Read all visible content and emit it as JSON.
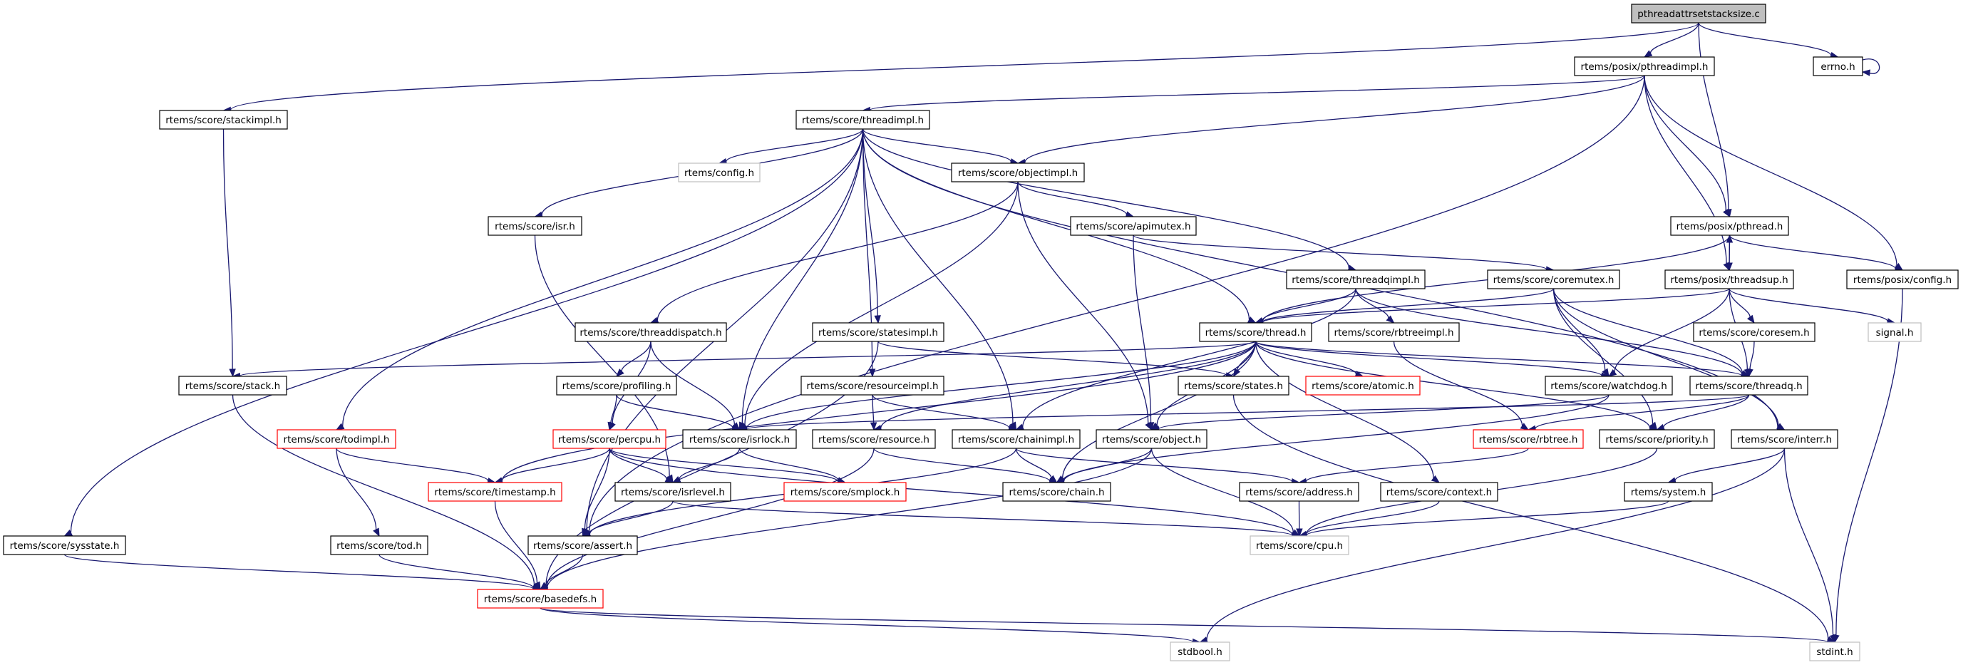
{
  "title": "pthreadattrsetstacksize.c include dependency graph",
  "colors": {
    "edge": "#191970",
    "root_fill": "#bfbfbf",
    "incomplete_border": "#ff0000",
    "external_border": "#bfbfbf",
    "normal_border": "#000000"
  },
  "nodes": [
    {
      "id": "root",
      "label": "pthreadattrsetstacksize.c",
      "kind": "root"
    },
    {
      "id": "pthreadimpl",
      "label": "rtems/posix/pthreadimpl.h",
      "kind": "normal"
    },
    {
      "id": "errno",
      "label": "errno.h",
      "kind": "normal"
    },
    {
      "id": "stackimpl",
      "label": "rtems/score/stackimpl.h",
      "kind": "normal"
    },
    {
      "id": "threadimpl",
      "label": "rtems/score/threadimpl.h",
      "kind": "normal"
    },
    {
      "id": "config",
      "label": "rtems/config.h",
      "kind": "gray"
    },
    {
      "id": "objectimpl",
      "label": "rtems/score/objectimpl.h",
      "kind": "normal"
    },
    {
      "id": "isr",
      "label": "rtems/score/isr.h",
      "kind": "normal"
    },
    {
      "id": "apimutex",
      "label": "rtems/score/apimutex.h",
      "kind": "normal"
    },
    {
      "id": "pthread",
      "label": "rtems/posix/pthread.h",
      "kind": "normal"
    },
    {
      "id": "threadqimpl",
      "label": "rtems/score/threadqimpl.h",
      "kind": "normal"
    },
    {
      "id": "coremutex",
      "label": "rtems/score/coremutex.h",
      "kind": "normal"
    },
    {
      "id": "threadsup",
      "label": "rtems/posix/threadsup.h",
      "kind": "normal"
    },
    {
      "id": "posixconfig",
      "label": "rtems/posix/config.h",
      "kind": "normal"
    },
    {
      "id": "threaddispatch",
      "label": "rtems/score/threaddispatch.h",
      "kind": "normal"
    },
    {
      "id": "statesimpl",
      "label": "rtems/score/statesimpl.h",
      "kind": "normal"
    },
    {
      "id": "thread",
      "label": "rtems/score/thread.h",
      "kind": "normal"
    },
    {
      "id": "rbtreeimpl",
      "label": "rtems/score/rbtreeimpl.h",
      "kind": "normal"
    },
    {
      "id": "coresem",
      "label": "rtems/score/coresem.h",
      "kind": "normal"
    },
    {
      "id": "signal",
      "label": "signal.h",
      "kind": "gray"
    },
    {
      "id": "stack",
      "label": "rtems/score/stack.h",
      "kind": "normal"
    },
    {
      "id": "profiling",
      "label": "rtems/score/profiling.h",
      "kind": "normal"
    },
    {
      "id": "resourceimpl",
      "label": "rtems/score/resourceimpl.h",
      "kind": "normal"
    },
    {
      "id": "states",
      "label": "rtems/score/states.h",
      "kind": "normal"
    },
    {
      "id": "atomic",
      "label": "rtems/score/atomic.h",
      "kind": "red"
    },
    {
      "id": "watchdog",
      "label": "rtems/score/watchdog.h",
      "kind": "normal"
    },
    {
      "id": "threadq",
      "label": "rtems/score/threadq.h",
      "kind": "normal"
    },
    {
      "id": "todimpl",
      "label": "rtems/score/todimpl.h",
      "kind": "red"
    },
    {
      "id": "percpu",
      "label": "rtems/score/percpu.h",
      "kind": "red"
    },
    {
      "id": "isrlock",
      "label": "rtems/score/isrlock.h",
      "kind": "normal"
    },
    {
      "id": "resource",
      "label": "rtems/score/resource.h",
      "kind": "normal"
    },
    {
      "id": "chainimpl",
      "label": "rtems/score/chainimpl.h",
      "kind": "normal"
    },
    {
      "id": "object",
      "label": "rtems/score/object.h",
      "kind": "normal"
    },
    {
      "id": "rbtree",
      "label": "rtems/score/rbtree.h",
      "kind": "red"
    },
    {
      "id": "priority",
      "label": "rtems/score/priority.h",
      "kind": "normal"
    },
    {
      "id": "interr",
      "label": "rtems/score/interr.h",
      "kind": "normal"
    },
    {
      "id": "timestamp",
      "label": "rtems/score/timestamp.h",
      "kind": "red"
    },
    {
      "id": "isrlevel",
      "label": "rtems/score/isrlevel.h",
      "kind": "normal"
    },
    {
      "id": "smplock",
      "label": "rtems/score/smplock.h",
      "kind": "red"
    },
    {
      "id": "chain",
      "label": "rtems/score/chain.h",
      "kind": "normal"
    },
    {
      "id": "address",
      "label": "rtems/score/address.h",
      "kind": "normal"
    },
    {
      "id": "context",
      "label": "rtems/score/context.h",
      "kind": "normal"
    },
    {
      "id": "system",
      "label": "rtems/system.h",
      "kind": "normal"
    },
    {
      "id": "sysstate",
      "label": "rtems/score/sysstate.h",
      "kind": "normal"
    },
    {
      "id": "tod",
      "label": "rtems/score/tod.h",
      "kind": "normal"
    },
    {
      "id": "assert",
      "label": "rtems/score/assert.h",
      "kind": "normal"
    },
    {
      "id": "cpu",
      "label": "rtems/score/cpu.h",
      "kind": "gray"
    },
    {
      "id": "basedefs",
      "label": "rtems/score/basedefs.h",
      "kind": "red"
    },
    {
      "id": "stdbool",
      "label": "stdbool.h",
      "kind": "gray"
    },
    {
      "id": "stdint",
      "label": "stdint.h",
      "kind": "gray"
    }
  ],
  "edges": [
    [
      "root",
      "stackimpl"
    ],
    [
      "root",
      "pthreadimpl"
    ],
    [
      "root",
      "pthread"
    ],
    [
      "root",
      "errno"
    ],
    [
      "errno",
      "errno"
    ],
    [
      "pthreadimpl",
      "threadimpl"
    ],
    [
      "pthreadimpl",
      "objectimpl"
    ],
    [
      "pthreadimpl",
      "assert"
    ],
    [
      "pthreadimpl",
      "pthread"
    ],
    [
      "pthreadimpl",
      "threadsup"
    ],
    [
      "pthreadimpl",
      "posixconfig"
    ],
    [
      "stackimpl",
      "stack"
    ],
    [
      "threadimpl",
      "config"
    ],
    [
      "threadimpl",
      "objectimpl"
    ],
    [
      "threadimpl",
      "isr"
    ],
    [
      "threadimpl",
      "todimpl"
    ],
    [
      "threadimpl",
      "sysstate"
    ],
    [
      "threadimpl",
      "assert"
    ],
    [
      "threadimpl",
      "statesimpl"
    ],
    [
      "threadimpl",
      "resourceimpl"
    ],
    [
      "threadimpl",
      "chainimpl"
    ],
    [
      "threadimpl",
      "thread"
    ],
    [
      "threadimpl",
      "threadqimpl"
    ],
    [
      "threadimpl",
      "interr"
    ],
    [
      "threadimpl",
      "isrlock"
    ],
    [
      "objectimpl",
      "threaddispatch"
    ],
    [
      "objectimpl",
      "apimutex"
    ],
    [
      "objectimpl",
      "isrlock"
    ],
    [
      "objectimpl",
      "object"
    ],
    [
      "apimutex",
      "coremutex"
    ],
    [
      "apimutex",
      "object"
    ],
    [
      "isr",
      "isrlevel"
    ],
    [
      "threadqimpl",
      "thread"
    ],
    [
      "threadqimpl",
      "rbtreeimpl"
    ],
    [
      "threadqimpl",
      "threadq"
    ],
    [
      "threadqimpl",
      "chainimpl"
    ],
    [
      "coremutex",
      "thread"
    ],
    [
      "coremutex",
      "watchdog"
    ],
    [
      "coremutex",
      "threadq"
    ],
    [
      "coremutex",
      "interr"
    ],
    [
      "coremutex",
      "priority"
    ],
    [
      "pthread",
      "threadsup"
    ],
    [
      "pthread",
      "thread"
    ],
    [
      "pthread",
      "posixconfig"
    ],
    [
      "threadsup",
      "pthread"
    ],
    [
      "threadsup",
      "thread"
    ],
    [
      "threadsup",
      "watchdog"
    ],
    [
      "threadsup",
      "coresem"
    ],
    [
      "threadsup",
      "signal"
    ],
    [
      "threadsup",
      "threadq"
    ],
    [
      "posixconfig",
      "stdint"
    ],
    [
      "threaddispatch",
      "profiling"
    ],
    [
      "threaddispatch",
      "isrlock"
    ],
    [
      "threaddispatch",
      "percpu"
    ],
    [
      "statesimpl",
      "states"
    ],
    [
      "statesimpl",
      "basedefs"
    ],
    [
      "thread",
      "stack"
    ],
    [
      "thread",
      "isrlock"
    ],
    [
      "thread",
      "timestamp"
    ],
    [
      "thread",
      "states"
    ],
    [
      "thread",
      "atomic"
    ],
    [
      "thread",
      "watchdog"
    ],
    [
      "thread",
      "threadq"
    ],
    [
      "thread",
      "object"
    ],
    [
      "thread",
      "resource"
    ],
    [
      "thread",
      "chain"
    ],
    [
      "thread",
      "priority"
    ],
    [
      "thread",
      "context"
    ],
    [
      "rbtreeimpl",
      "rbtree"
    ],
    [
      "coresem",
      "threadq"
    ],
    [
      "stack",
      "basedefs"
    ],
    [
      "todimpl",
      "timestamp"
    ],
    [
      "todimpl",
      "tod"
    ],
    [
      "profiling",
      "percpu"
    ],
    [
      "profiling",
      "isrlock"
    ],
    [
      "resourceimpl",
      "resource"
    ],
    [
      "resourceimpl",
      "chainimpl"
    ],
    [
      "percpu",
      "timestamp"
    ],
    [
      "percpu",
      "isrlevel"
    ],
    [
      "percpu",
      "assert"
    ],
    [
      "percpu",
      "smplock"
    ],
    [
      "percpu",
      "cpu"
    ],
    [
      "isrlock",
      "isrlevel"
    ],
    [
      "isrlock",
      "smplock"
    ],
    [
      "resource",
      "chain"
    ],
    [
      "resource",
      "basedefs"
    ],
    [
      "chainimpl",
      "chain"
    ],
    [
      "chainimpl",
      "address"
    ],
    [
      "chainimpl",
      "assert"
    ],
    [
      "object",
      "chain"
    ],
    [
      "object",
      "cpu"
    ],
    [
      "object",
      "basedefs"
    ],
    [
      "watchdog",
      "object"
    ],
    [
      "watchdog",
      "chain"
    ],
    [
      "threadq",
      "priority"
    ],
    [
      "threadq",
      "rbtree"
    ],
    [
      "threadq",
      "isrlock"
    ],
    [
      "rbtree",
      "address"
    ],
    [
      "interr",
      "system"
    ],
    [
      "interr",
      "stdint"
    ],
    [
      "interr",
      "stdbool"
    ],
    [
      "priority",
      "cpu"
    ],
    [
      "timestamp",
      "basedefs"
    ],
    [
      "sysstate",
      "basedefs"
    ],
    [
      "tod",
      "basedefs"
    ],
    [
      "assert",
      "basedefs"
    ],
    [
      "isrlevel",
      "assert"
    ],
    [
      "isrlevel",
      "cpu"
    ],
    [
      "address",
      "cpu"
    ],
    [
      "context",
      "cpu"
    ],
    [
      "system",
      "cpu"
    ],
    [
      "basedefs",
      "stdbool"
    ],
    [
      "basedefs",
      "stdint"
    ],
    [
      "states",
      "stdint"
    ]
  ]
}
